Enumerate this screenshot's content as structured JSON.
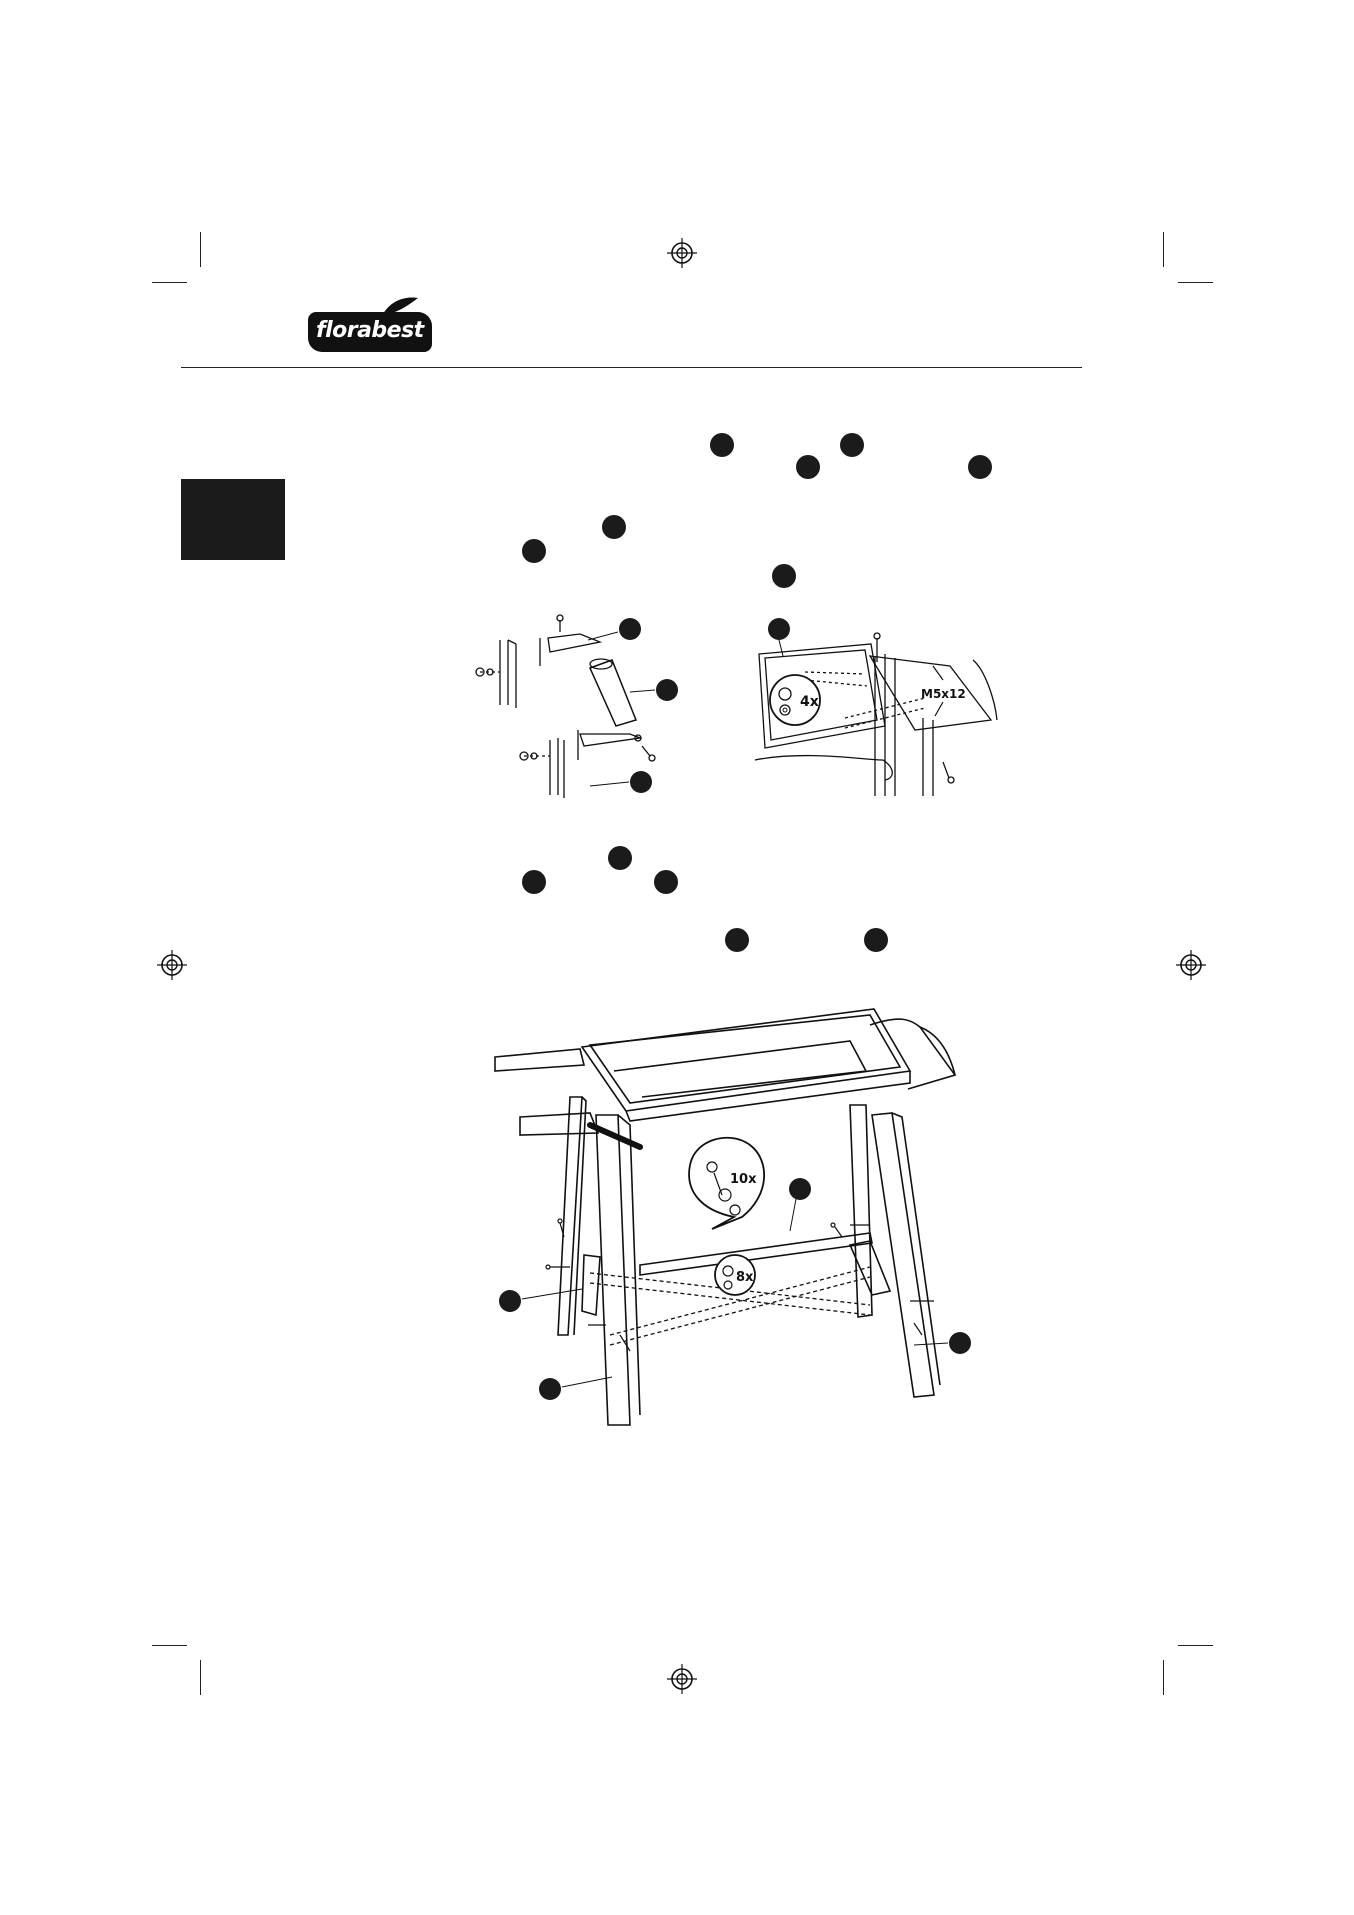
{
  "brand": {
    "logo_text": "florabest"
  },
  "callouts": {
    "fig1_qty": "4x",
    "fig1_screw": "M5x12",
    "fig2_bolts_qty": "10x",
    "fig2_nuts_qty": "8x"
  }
}
